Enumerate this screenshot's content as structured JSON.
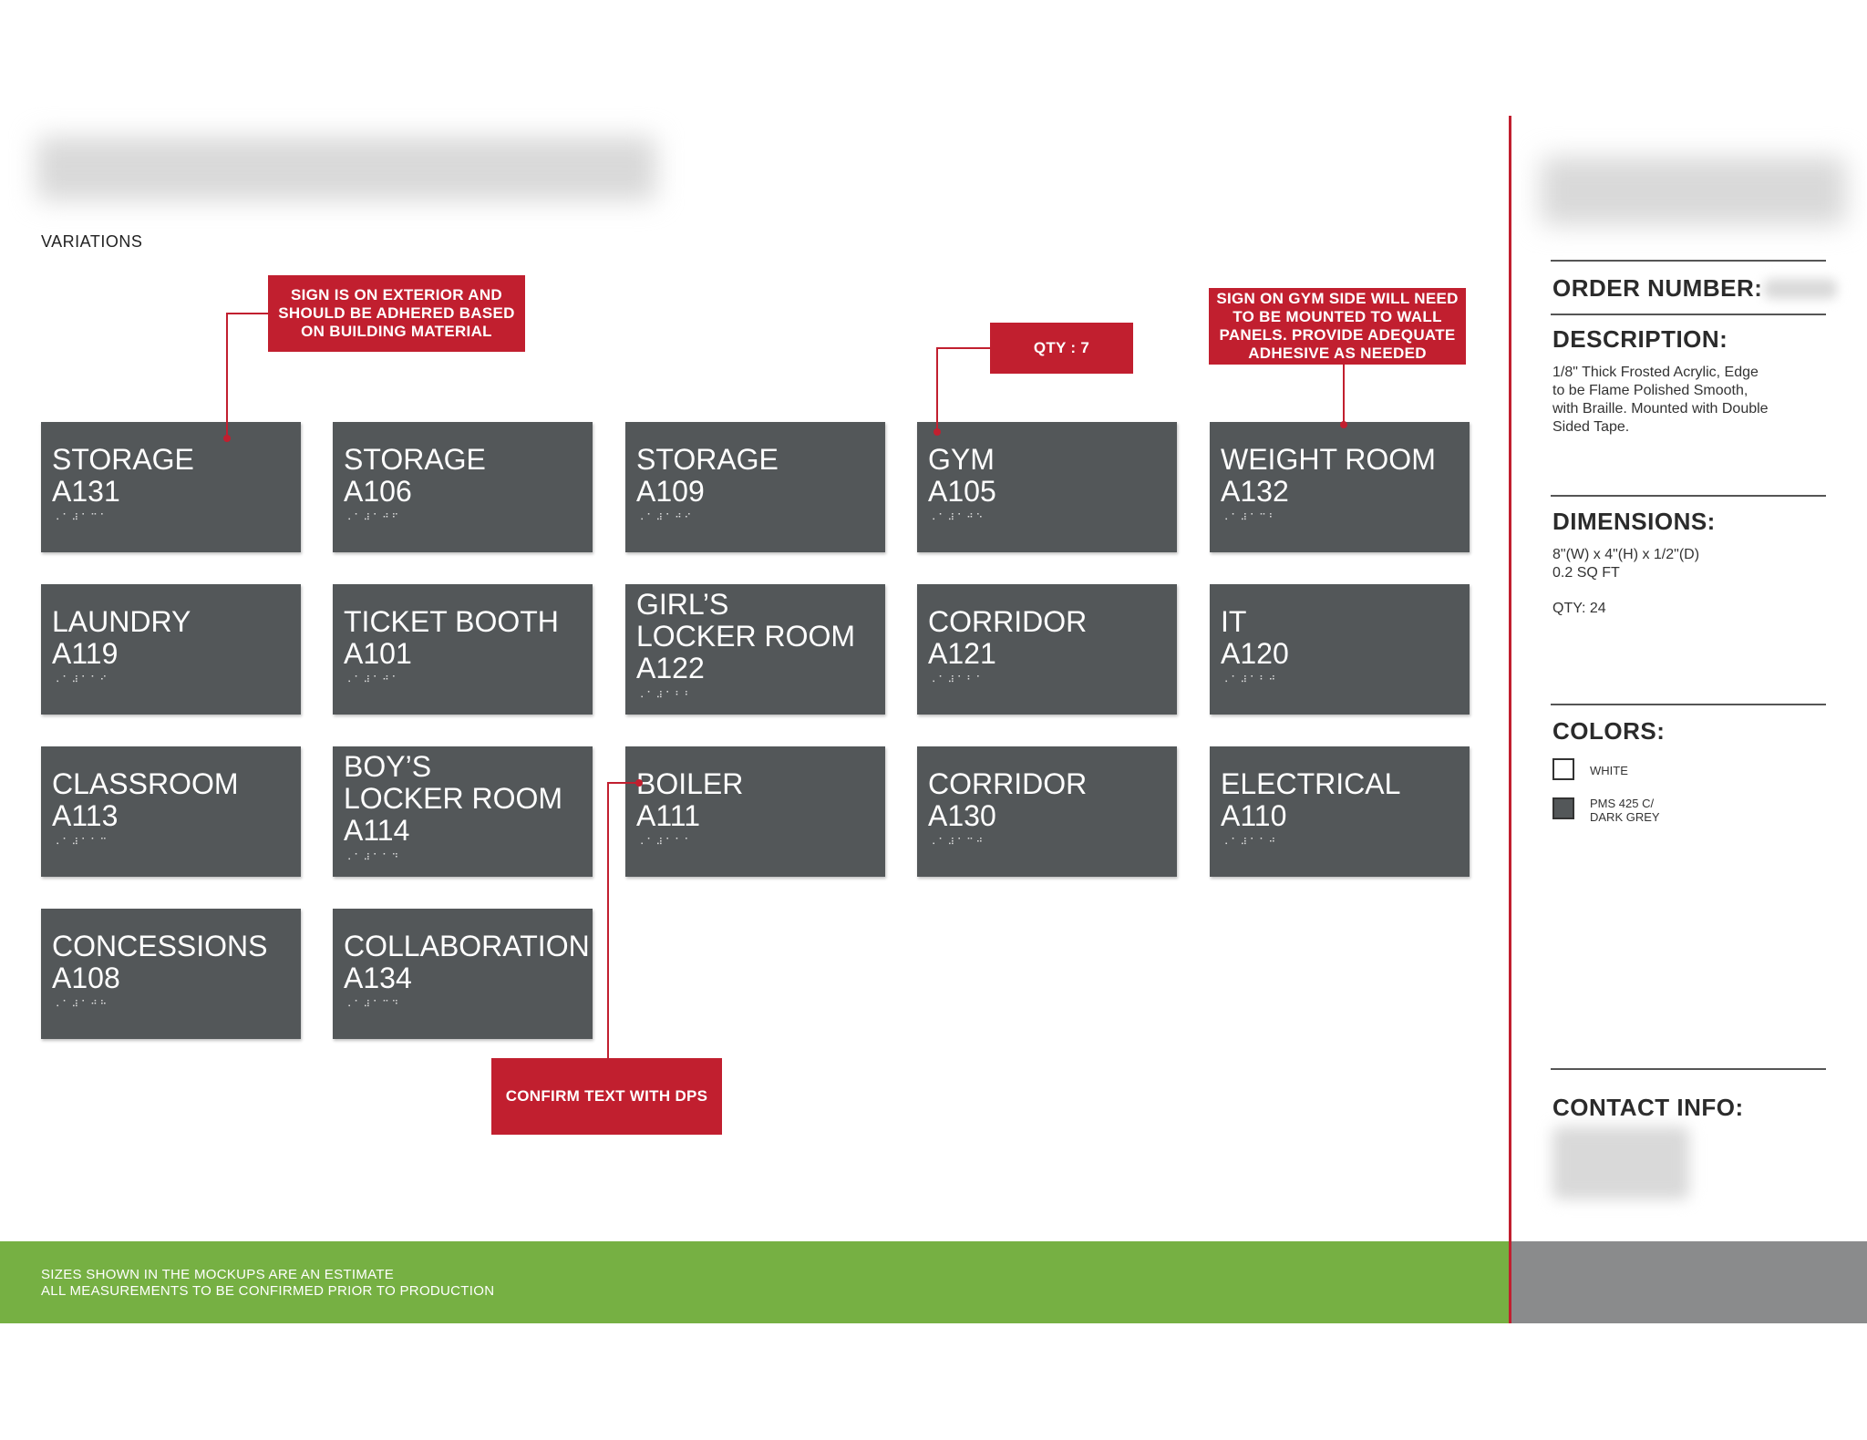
{
  "section_label": "VARIATIONS",
  "signs": [
    {
      "text": "STORAGE\nA131",
      "braille": "⠠⠁⠼⠁⠉⠁"
    },
    {
      "text": "STORAGE\nA106",
      "braille": "⠠⠁⠼⠁⠚⠋"
    },
    {
      "text": "STORAGE\nA109",
      "braille": "⠠⠁⠼⠁⠚⠊"
    },
    {
      "text": "GYM\nA105",
      "braille": "⠠⠁⠼⠁⠚⠑"
    },
    {
      "text": "WEIGHT ROOM\nA132",
      "braille": "⠠⠁⠼⠁⠉⠃"
    },
    {
      "text": "LAUNDRY\nA119",
      "braille": "⠠⠁⠼⠁⠁⠊"
    },
    {
      "text": "TICKET BOOTH\nA101",
      "braille": "⠠⠁⠼⠁⠚⠁"
    },
    {
      "text": "GIRL’S\nLOCKER ROOM\nA122",
      "braille": "⠠⠁⠼⠁⠃⠃"
    },
    {
      "text": "CORRIDOR\nA121",
      "braille": "⠠⠁⠼⠁⠃⠁"
    },
    {
      "text": "IT\nA120",
      "braille": "⠠⠁⠼⠁⠃⠚"
    },
    {
      "text": "CLASSROOM\nA113",
      "braille": "⠠⠁⠼⠁⠁⠉"
    },
    {
      "text": "BOY’S\nLOCKER ROOM\nA114",
      "braille": "⠠⠁⠼⠁⠁⠙"
    },
    {
      "text": "BOILER\nA111",
      "braille": "⠠⠁⠼⠁⠁⠁"
    },
    {
      "text": "CORRIDOR\nA130",
      "braille": "⠠⠁⠼⠁⠉⠚"
    },
    {
      "text": "ELECTRICAL\nA110",
      "braille": "⠠⠁⠼⠁⠁⠚"
    },
    {
      "text": "CONCESSIONS\nA108",
      "braille": "⠠⠁⠼⠁⠚⠓"
    },
    {
      "text": "COLLABORATION\nA134",
      "braille": "⠠⠁⠼⠁⠉⠙"
    }
  ],
  "notes": {
    "exterior": "SIGN IS ON EXTERIOR AND\nSHOULD BE ADHERED BASED\nON BUILDING MATERIAL",
    "qty": "QTY : 7",
    "gym_side": "SIGN ON GYM SIDE WILL NEED\nTO BE MOUNTED TO WALL\nPANELS. PROVIDE ADEQUATE\nADHESIVE AS NEEDED",
    "confirm": "CONFIRM TEXT WITH DPS"
  },
  "panel": {
    "order_number_label": "ORDER NUMBER:",
    "description_label": "DESCRIPTION:",
    "description_text": "1/8\" Thick Frosted Acrylic, Edge\nto be Flame Polished Smooth,\nwith Braille. Mounted with Double\nSided Tape.",
    "dimensions_label": "DIMENSIONS:",
    "dimensions_text": "8\"(W) x 4\"(H) x 1/2\"(D)\n0.2 SQ FT",
    "qty_text": "QTY: 24",
    "colors_label": "COLORS:",
    "colors": [
      {
        "label": "WHITE",
        "hex": "#ffffff"
      },
      {
        "label": "PMS 425 C/\nDARK GREY",
        "hex": "#535759"
      }
    ],
    "contact_label": "CONTACT INFO:"
  },
  "footer": {
    "text": "SIZES SHOWN IN THE MOCKUPS ARE AN ESTIMATE\nALL MEASUREMENTS TO BE CONFIRMED PRIOR TO PRODUCTION"
  }
}
